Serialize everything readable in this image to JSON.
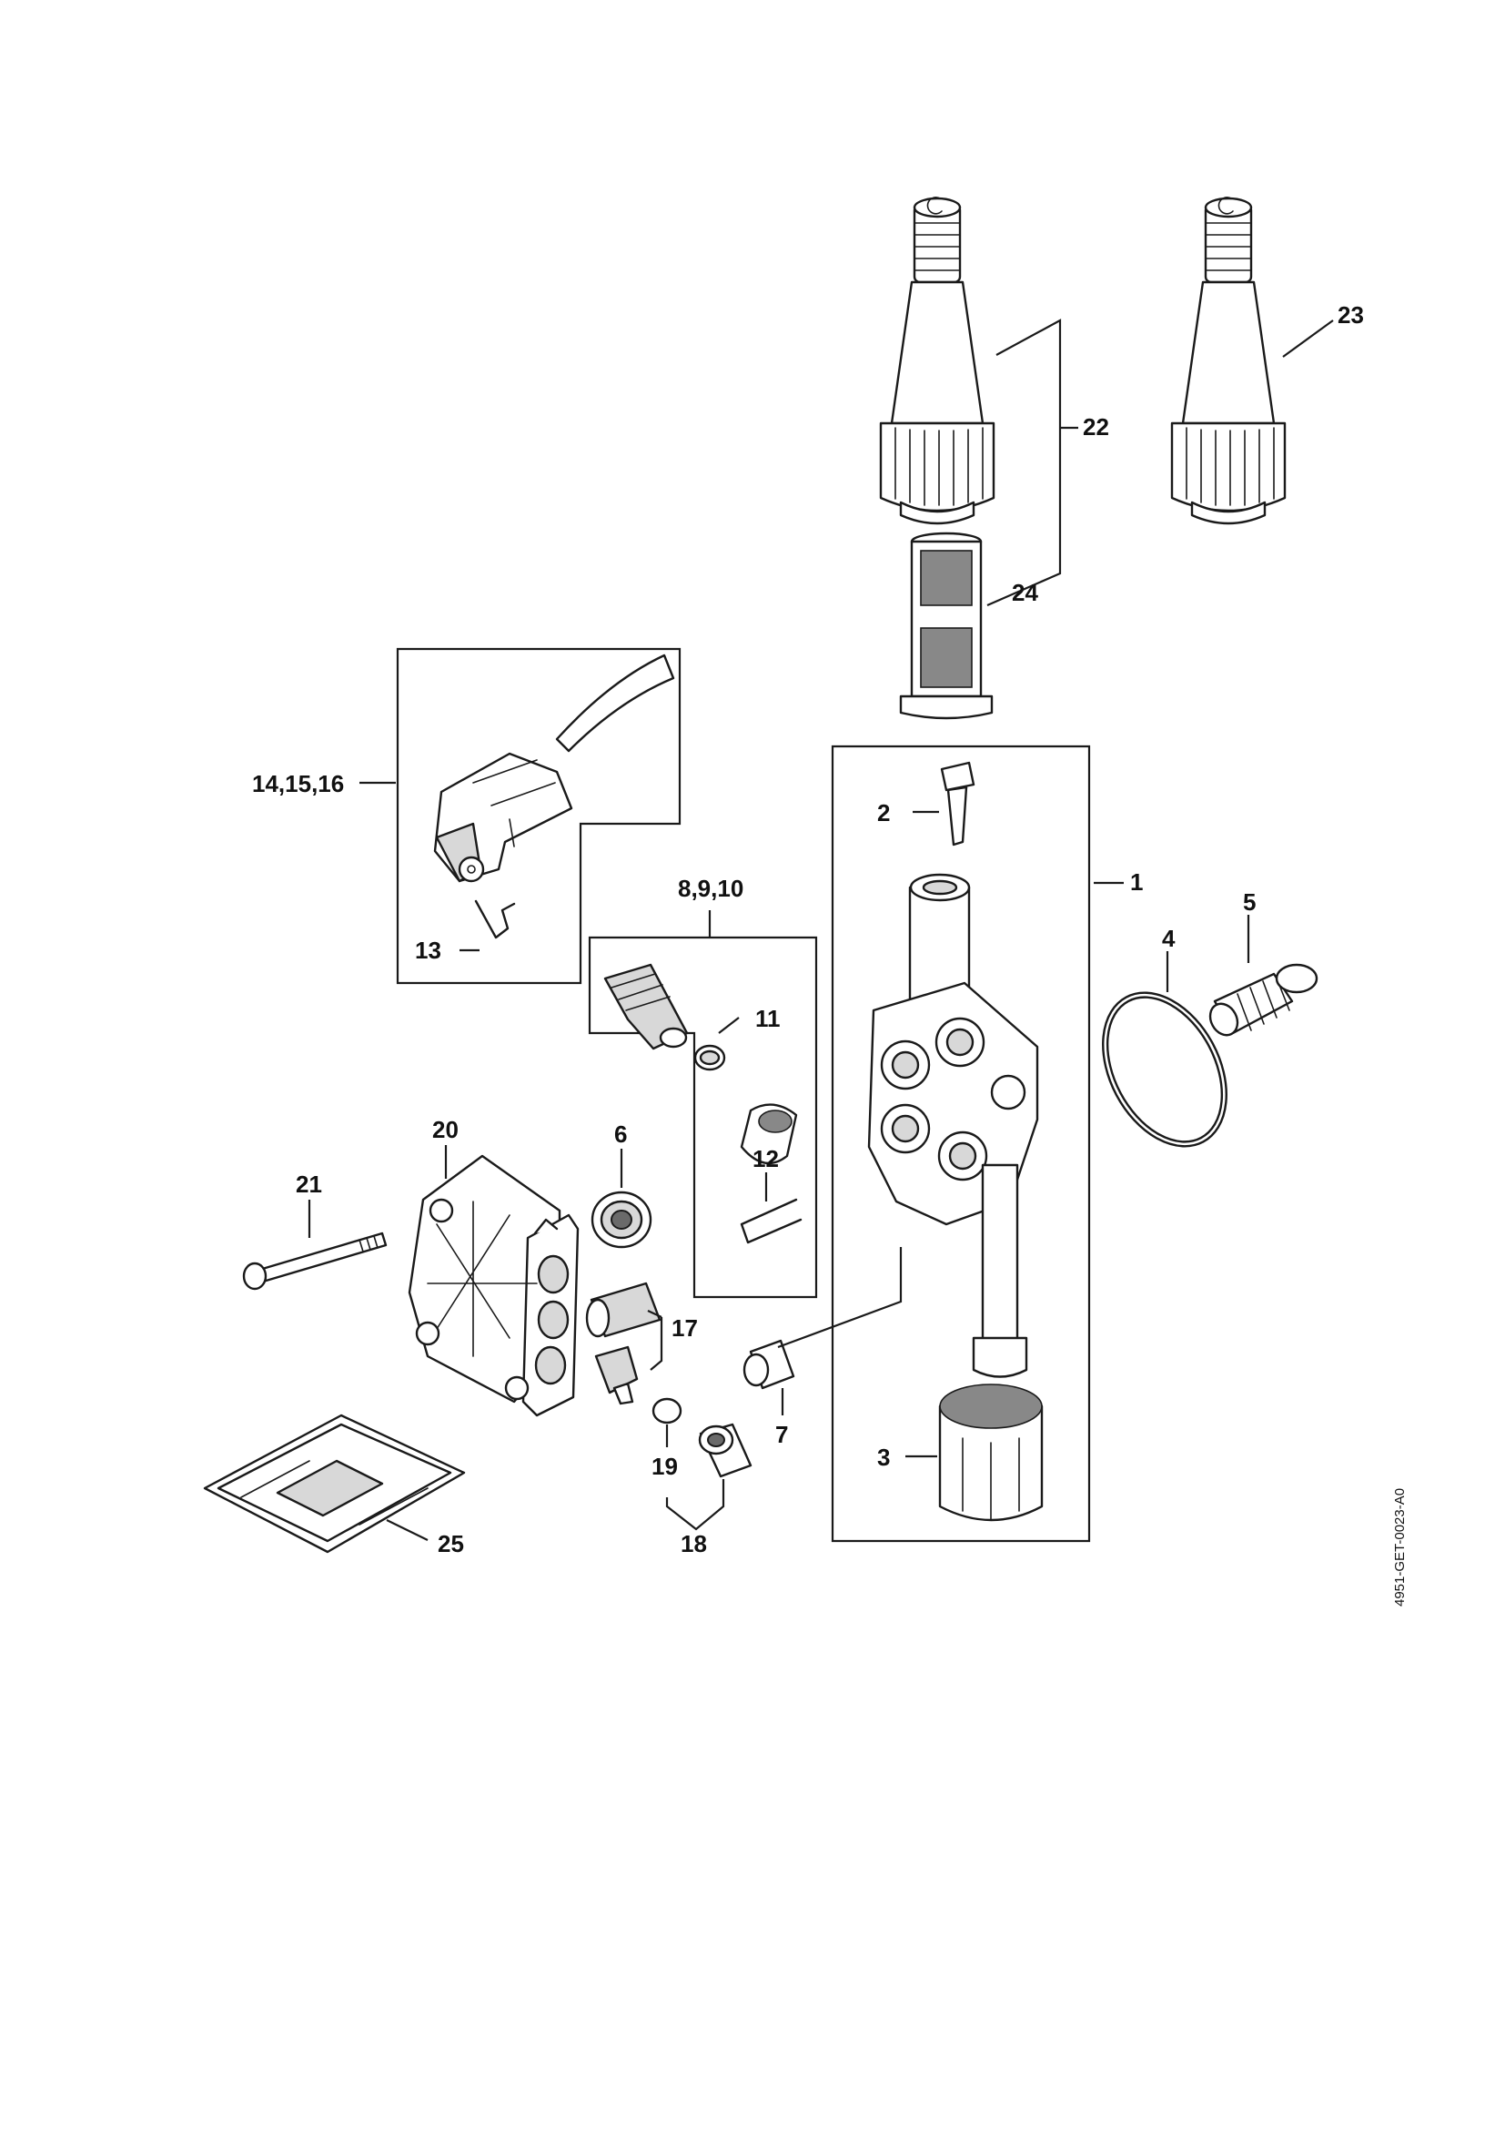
{
  "diagram_code": "4951-GET-0023-A0",
  "labels": {
    "l1": "1",
    "l2": "2",
    "l3": "3",
    "l4": "4",
    "l5": "5",
    "l6": "6",
    "l7": "7",
    "l8_9_10": "8,9,10",
    "l11": "11",
    "l12": "12",
    "l13": "13",
    "l14_15_16": "14,15,16",
    "l17": "17",
    "l18": "18",
    "l19": "19",
    "l20": "20",
    "l21": "21",
    "l22": "22",
    "l23": "23",
    "l24": "24",
    "l25": "25"
  }
}
